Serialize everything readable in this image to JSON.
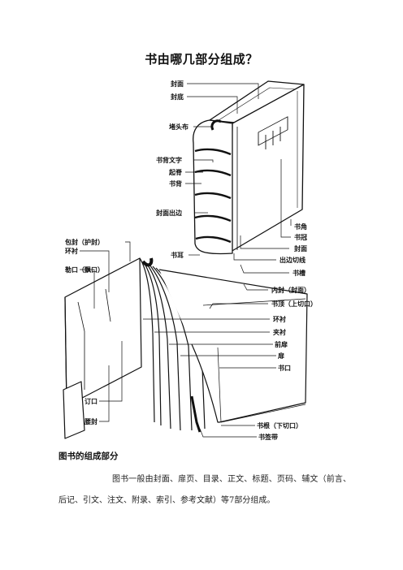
{
  "document": {
    "title": "书由哪几部分组成？",
    "section_heading": "图书的组成部分",
    "paragraph": "图书一般由封面、扉页、目录、正文、标题、页码、辅文（前言、后记、引文、注文、附录、索引、参考文献）等7部分组成。"
  },
  "diagram": {
    "labels": {
      "cover": "封面",
      "back_cover": "封底",
      "headband": "堵头布",
      "spine_text": "书背文字",
      "raised_band": "起脊",
      "spine": "书背",
      "cover_overhang": "封面出边",
      "corner": "书角",
      "crown": "书冠",
      "cover_right": "封面",
      "overhang_line": "出边切线",
      "groove": "书槽",
      "ear": "书耳",
      "jacket": "包封（护封）",
      "endpaper": "环衬",
      "flap": "勒口（飘口）",
      "inner_cover": "内封（封面）",
      "head_edge": "书顶（上切口）",
      "endpaper_right": "环衬",
      "interleaf": "夹衬",
      "front_fly": "前扉",
      "fly": "扉",
      "fore_edge": "书口",
      "gutter": "订口",
      "belly_band": "腰封",
      "foot_edge": "书根（下切口）",
      "bookmark_ribbon": "书签带"
    }
  }
}
